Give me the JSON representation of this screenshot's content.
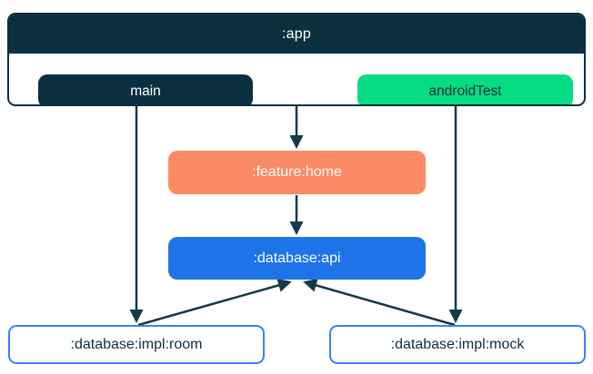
{
  "app": {
    "title": ":app",
    "source_sets": [
      {
        "label": "main",
        "color": "#0C2F40",
        "text_color": "#FFFFFF"
      },
      {
        "label": "androidTest",
        "color": "#06DC81",
        "text_color": "#0C2F40"
      }
    ]
  },
  "nodes": {
    "feature_home": {
      "label": ":feature:home",
      "color": "#FD8A66",
      "text_color": "#FFFFFF"
    },
    "database_api": {
      "label": ":database:api",
      "color": "#1F73E8",
      "text_color": "#FFFFFF"
    },
    "database_impl_room": {
      "label": ":database:impl:room",
      "fill": "#FFFFFF",
      "border_color": "#3B82F2",
      "text_color": "#0C2F40"
    },
    "database_impl_mock": {
      "label": ":database:impl:mock",
      "fill": "#FFFFFF",
      "border_color": "#3B82F2",
      "text_color": "#0C2F40"
    }
  },
  "edges": [
    {
      "from": ":app",
      "to": ":feature:home"
    },
    {
      "from": ":feature:home",
      "to": ":database:api"
    },
    {
      "from": "main",
      "to": ":database:impl:room"
    },
    {
      "from": "androidTest",
      "to": ":database:impl:mock"
    },
    {
      "from": ":database:impl:room",
      "to": ":database:api"
    },
    {
      "from": ":database:impl:mock",
      "to": ":database:api"
    }
  ],
  "colors": {
    "navy": "#0C2F40",
    "green": "#06DC81",
    "coral": "#FD8A66",
    "blue": "#1F73E8",
    "borderblue": "#3B82F2",
    "arrow": "#16394B",
    "textdark": "#0C2F40",
    "bg": "#FFFFFF"
  }
}
